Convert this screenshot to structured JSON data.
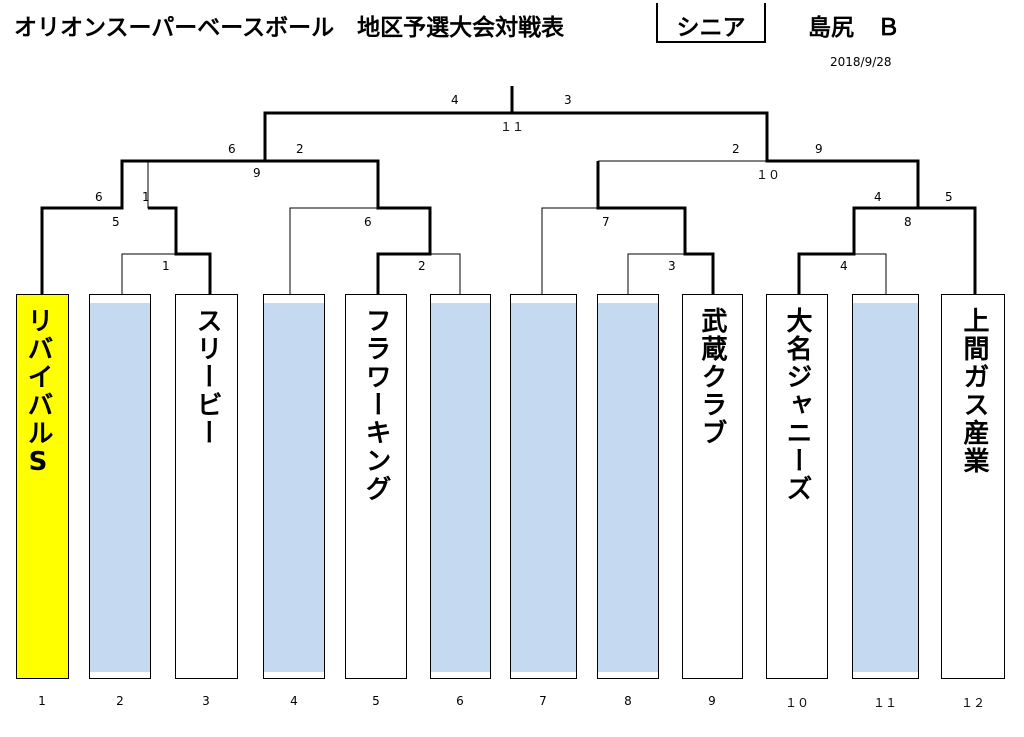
{
  "header": {
    "title": "オリオンスーパーベースボール　地区予選大会対戦表",
    "division": "シニア",
    "venue": "島尻　Ｂ",
    "date": "2018/9/28"
  },
  "teams": [
    {
      "pos": "1",
      "name": "リバイバルS",
      "highlight": true
    },
    {
      "pos": "2",
      "name": "",
      "empty": true
    },
    {
      "pos": "3",
      "name": "スリービー"
    },
    {
      "pos": "4",
      "name": "",
      "empty": true
    },
    {
      "pos": "5",
      "name": "フラワーキング"
    },
    {
      "pos": "6",
      "name": "",
      "empty": true
    },
    {
      "pos": "7",
      "name": "",
      "empty": true
    },
    {
      "pos": "8",
      "name": "",
      "empty": true
    },
    {
      "pos": "9",
      "name": "武蔵クラブ"
    },
    {
      "pos": "１０",
      "name": "大名ジャニーズ"
    },
    {
      "pos": "１１",
      "name": "",
      "empty": true
    },
    {
      "pos": "１２",
      "name": "上間ガス産業"
    }
  ],
  "games": {
    "g1": {
      "no": "1"
    },
    "g2": {
      "no": "2"
    },
    "g3": {
      "no": "3"
    },
    "g4": {
      "no": "4"
    },
    "g5": {
      "no": "5",
      "left_score": "6",
      "right_score": "1"
    },
    "g6": {
      "no": "6"
    },
    "g7": {
      "no": "7"
    },
    "g8": {
      "no": "8",
      "left_score": "4",
      "right_score": "5"
    },
    "g9": {
      "no": "9",
      "left_score": "6",
      "right_score": "2"
    },
    "g10": {
      "no": "１０",
      "left_score": "2",
      "right_score": "9"
    },
    "g11": {
      "no": "１１",
      "left_score": "4",
      "right_score": "3"
    }
  }
}
